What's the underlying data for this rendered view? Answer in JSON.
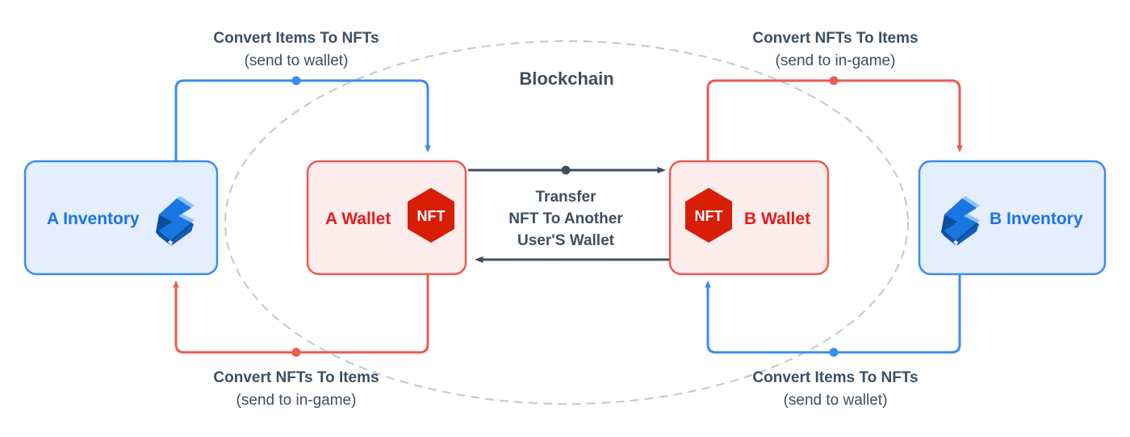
{
  "diagram": {
    "title": "Blockchain",
    "boundary_shape": "dashed-ellipse",
    "colors": {
      "blue_stroke": "#3b8ced",
      "blue_fill": "#e4eefc",
      "blue_text": "#1a73e8",
      "red_stroke": "#ea5b52",
      "red_fill": "#fceceb",
      "red_text": "#e01f1f",
      "nft_hex": "#d81d09",
      "slate_text": "#3d4f61",
      "arrow_dark": "#3d4f61",
      "dashed_ellipse": "#c4ccd6"
    },
    "nodes": [
      {
        "id": "a-inventory",
        "label": "A Inventory",
        "kind": "inventory",
        "icon": "bolt-icon",
        "icon_side": "right"
      },
      {
        "id": "a-wallet",
        "label": "A Wallet",
        "kind": "wallet",
        "icon": "nft-hexagon-icon",
        "icon_side": "right",
        "badge": "NFT"
      },
      {
        "id": "b-wallet",
        "label": "B Wallet",
        "kind": "wallet",
        "icon": "nft-hexagon-icon",
        "icon_side": "left",
        "badge": "NFT"
      },
      {
        "id": "b-inventory",
        "label": "B Inventory",
        "kind": "inventory",
        "icon": "bolt-icon",
        "icon_side": "left"
      }
    ],
    "flows": [
      {
        "id": "a-items-to-nfts",
        "title": "Convert Items To NFTs",
        "subtitle": "(send to wallet)",
        "color": "blue",
        "from": "a-inventory",
        "to": "a-wallet",
        "position": "top-left"
      },
      {
        "id": "a-nfts-to-items",
        "title": "Convert NFTs To Items",
        "subtitle": "(send to in-game)",
        "color": "red",
        "from": "a-wallet",
        "to": "a-inventory",
        "position": "bottom-left"
      },
      {
        "id": "b-nfts-to-items",
        "title": "Convert NFTs To Items",
        "subtitle": "(send to in-game)",
        "color": "red",
        "from": "b-wallet",
        "to": "b-inventory",
        "position": "top-right"
      },
      {
        "id": "b-items-to-nfts",
        "title": "Convert Items To NFTs",
        "subtitle": "(send to wallet)",
        "color": "blue",
        "from": "b-inventory",
        "to": "b-wallet",
        "position": "bottom-right"
      }
    ],
    "transfer": {
      "line1": "Transfer",
      "line2": "NFT To Another",
      "line3": "User'S Wallet",
      "direction": "bidirectional",
      "from": "a-wallet",
      "to": "b-wallet"
    }
  }
}
